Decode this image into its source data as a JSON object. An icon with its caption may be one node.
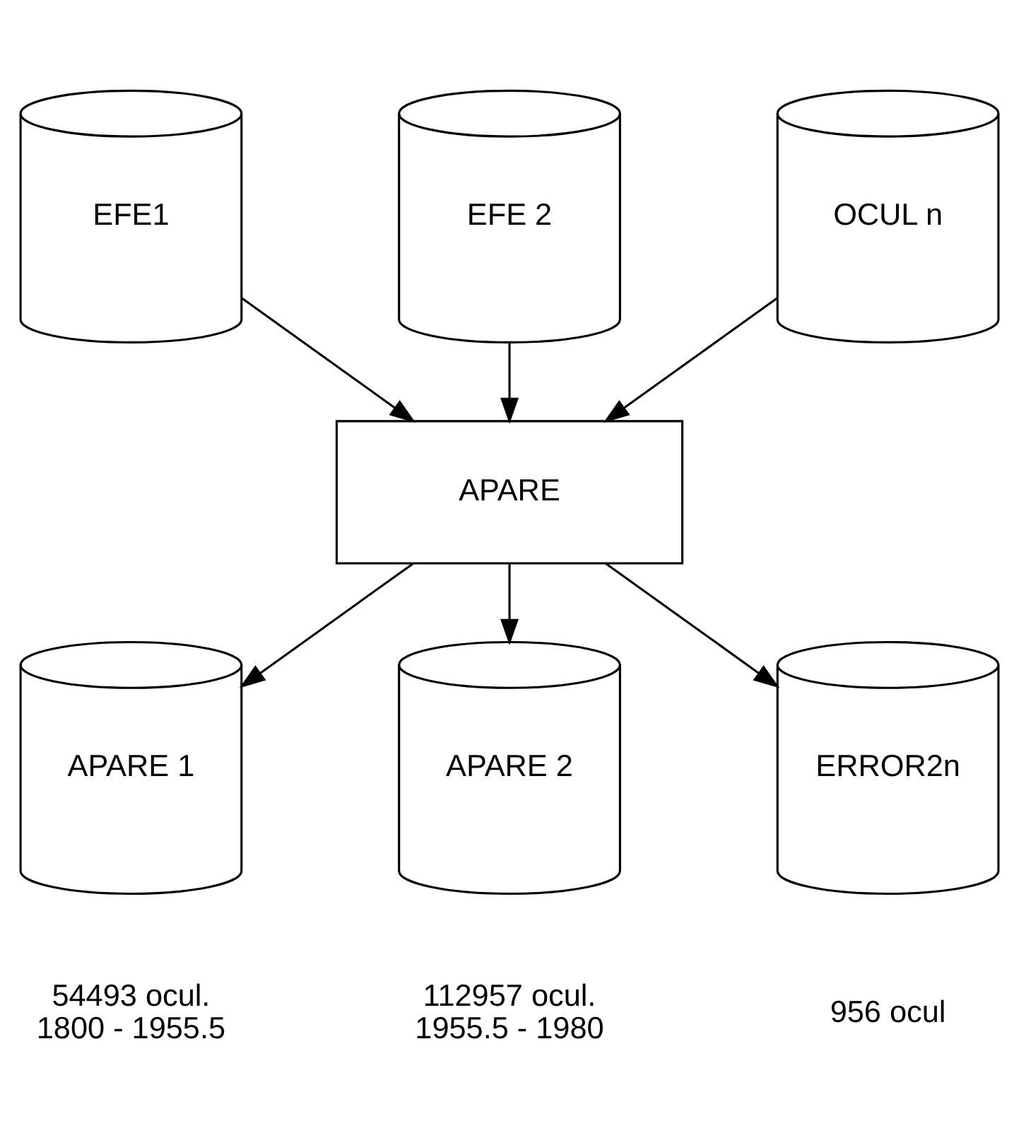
{
  "diagram": {
    "nodes": [
      {
        "text": [
          "EFE1"
        ]
      },
      {
        "text": [
          "EFE 2"
        ]
      },
      {
        "text": [
          "OCUL n"
        ]
      },
      {
        "text": [
          "APARE"
        ]
      },
      {
        "text": [
          "APARE 1"
        ],
        "beside": [
          "54493 ocul.",
          "1800 - 1955.5"
        ]
      },
      {
        "text": [
          "APARE 2"
        ],
        "beside": [
          "112957 ocul.",
          "1955.5 - 1980"
        ]
      },
      {
        "text": [
          "ERROR2n"
        ],
        "beside": [
          "956 ocul"
        ]
      }
    ],
    "edges": [
      {
        "from": 0,
        "to": 3,
        "arrow": "to"
      },
      {
        "from": 1,
        "to": 3,
        "arrow": "to"
      },
      {
        "from": 2,
        "to": 3,
        "arrow": "to"
      },
      {
        "from": 3,
        "to": 4,
        "arrow": "to"
      },
      {
        "from": 3,
        "to": 5,
        "arrow": "to"
      },
      {
        "from": 3,
        "to": 6,
        "arrow": "to"
      }
    ]
  }
}
